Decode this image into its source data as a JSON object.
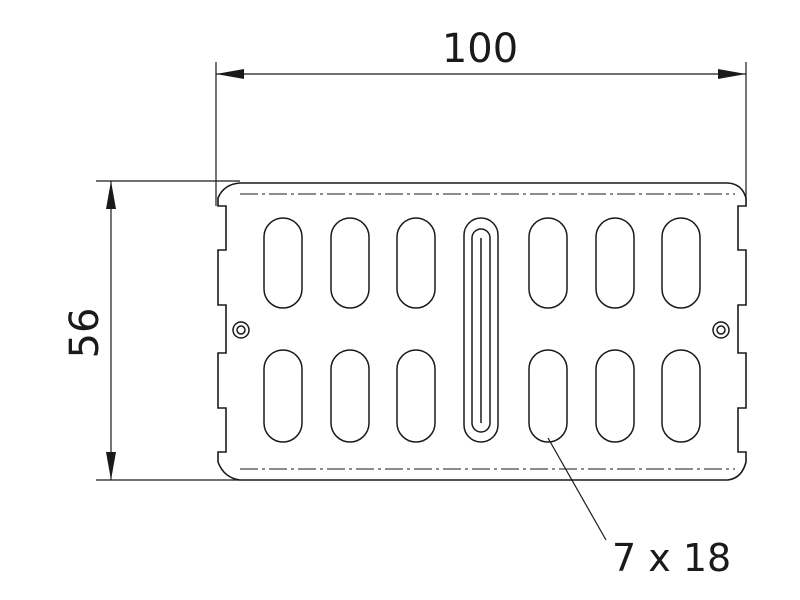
{
  "dimensions": {
    "width_label": "100",
    "height_label": "56"
  },
  "callout": {
    "slot_label": "7 x 18"
  },
  "part": {
    "slot_columns": 7,
    "slot_rows": 2,
    "center_rib": true,
    "holes": 2
  },
  "colors": {
    "line": "#1a1a1a",
    "background": "#ffffff"
  }
}
